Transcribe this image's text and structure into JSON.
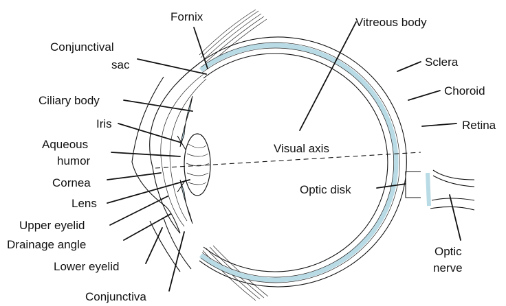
{
  "labels": {
    "fornix": "Fornix",
    "conjunctival_sac_1": "Conjunctival",
    "conjunctival_sac_2": "sac",
    "ciliary_body": "Ciliary body",
    "iris": "Iris",
    "aqueous_humor_1": "Aqueous",
    "aqueous_humor_2": "humor",
    "cornea": "Cornea",
    "lens": "Lens",
    "upper_eyelid": "Upper eyelid",
    "drainage_angle": "Drainage angle",
    "lower_eyelid": "Lower eyelid",
    "conjunctiva": "Conjunctiva",
    "vitreous_body": "Vitreous body",
    "sclera": "Sclera",
    "choroid": "Choroid",
    "retina": "Retina",
    "visual_axis": "Visual axis",
    "optic_disk": "Optic disk",
    "optic_nerve_1": "Optic",
    "optic_nerve_2": "nerve"
  },
  "colors": {
    "line": "#111111",
    "choroid_fill": "#b9dbe6"
  }
}
